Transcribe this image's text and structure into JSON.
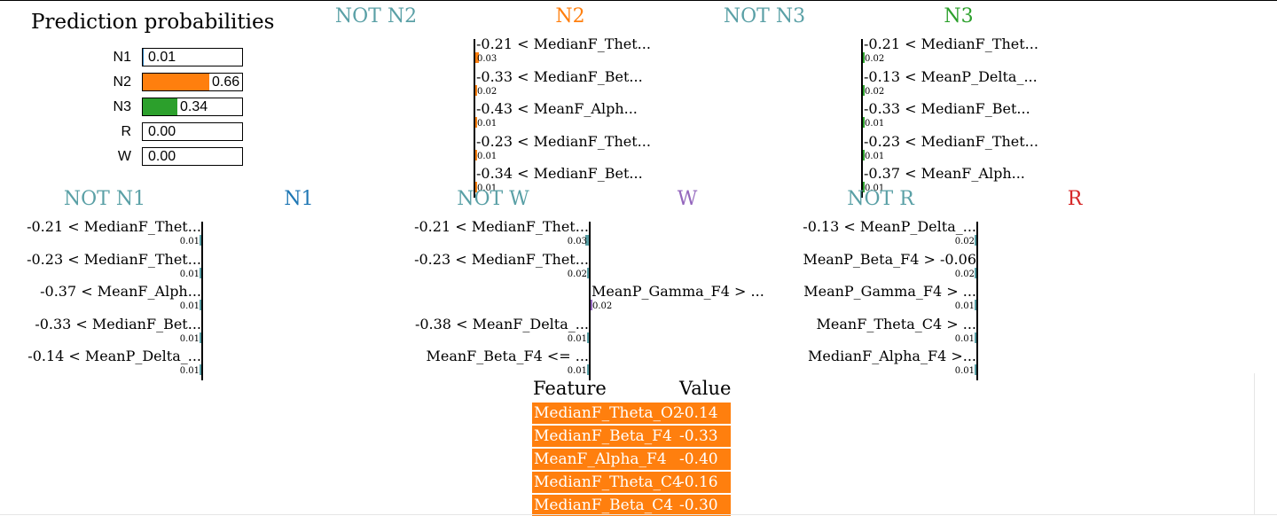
{
  "colors": {
    "N1": "#1f77b4",
    "N2": "#ff7f0e",
    "N3": "#2ca02c",
    "R": "#d62728",
    "W": "#9467bd",
    "not": "#5aa0a6"
  },
  "prediction_title": "Prediction probabilities",
  "probabilities": [
    {
      "cls": "N1",
      "value": 0.01,
      "label": "0.01"
    },
    {
      "cls": "N2",
      "value": 0.66,
      "label": "0.66"
    },
    {
      "cls": "N3",
      "value": 0.34,
      "label": "0.34"
    },
    {
      "cls": "R",
      "value": 0.0,
      "label": "0.00"
    },
    {
      "cls": "W",
      "value": 0.0,
      "label": "0.00"
    }
  ],
  "chart_data": [
    {
      "type": "bar",
      "orientation": "horizontal",
      "left_title": "NOT N2",
      "right_title": "N2",
      "features": [
        {
          "label": "-0.21 < MedianF_Thet...",
          "value": 0.03,
          "value_label": "0.03",
          "side": "right"
        },
        {
          "label": "-0.33 < MedianF_Bet...",
          "value": 0.02,
          "value_label": "0.02",
          "side": "right"
        },
        {
          "label": "-0.43 < MeanF_Alph...",
          "value": 0.01,
          "value_label": "0.01",
          "side": "right"
        },
        {
          "label": "-0.23 < MedianF_Thet...",
          "value": 0.01,
          "value_label": "0.01",
          "side": "right"
        },
        {
          "label": "-0.34 < MedianF_Bet...",
          "value": 0.01,
          "value_label": "0.01",
          "side": "right"
        }
      ]
    },
    {
      "type": "bar",
      "orientation": "horizontal",
      "left_title": "NOT N3",
      "right_title": "N3",
      "features": [
        {
          "label": "-0.21 < MedianF_Thet...",
          "value": 0.02,
          "value_label": "0.02",
          "side": "right"
        },
        {
          "label": "-0.13 < MeanP_Delta_...",
          "value": 0.02,
          "value_label": "0.02",
          "side": "right"
        },
        {
          "label": "-0.33 < MedianF_Bet...",
          "value": 0.01,
          "value_label": "0.01",
          "side": "right"
        },
        {
          "label": "-0.23 < MedianF_Thet...",
          "value": 0.01,
          "value_label": "0.01",
          "side": "right"
        },
        {
          "label": "-0.37 < MeanF_Alph...",
          "value": 0.01,
          "value_label": "0.01",
          "side": "right"
        }
      ]
    },
    {
      "type": "bar",
      "orientation": "horizontal",
      "left_title": "NOT N1",
      "right_title": "N1",
      "features": [
        {
          "label": "-0.21 < MedianF_Thet...",
          "value": 0.01,
          "value_label": "0.01",
          "side": "left"
        },
        {
          "label": "-0.23 < MedianF_Thet...",
          "value": 0.01,
          "value_label": "0.01",
          "side": "left"
        },
        {
          "label": "-0.37 < MeanF_Alph...",
          "value": 0.01,
          "value_label": "0.01",
          "side": "left"
        },
        {
          "label": "-0.33 < MedianF_Bet...",
          "value": 0.01,
          "value_label": "0.01",
          "side": "left"
        },
        {
          "label": "-0.14 < MeanP_Delta_...",
          "value": 0.01,
          "value_label": "0.01",
          "side": "left"
        }
      ]
    },
    {
      "type": "bar",
      "orientation": "horizontal",
      "left_title": "NOT W",
      "right_title": "W",
      "features": [
        {
          "label": "-0.21 < MedianF_Thet...",
          "value": 0.03,
          "value_label": "0.03",
          "side": "left"
        },
        {
          "label": "-0.23 < MedianF_Thet...",
          "value": 0.02,
          "value_label": "0.02",
          "side": "left"
        },
        {
          "label": "MeanP_Gamma_F4 > ...",
          "value": 0.02,
          "value_label": "0.02",
          "side": "right"
        },
        {
          "label": "-0.38 < MeanF_Delta_...",
          "value": 0.01,
          "value_label": "0.01",
          "side": "left"
        },
        {
          "label": "MeanF_Beta_F4 <= ...",
          "value": 0.01,
          "value_label": "0.01",
          "side": "left"
        }
      ]
    },
    {
      "type": "bar",
      "orientation": "horizontal",
      "left_title": "NOT R",
      "right_title": "R",
      "features": [
        {
          "label": "-0.13 < MeanP_Delta_...",
          "value": 0.02,
          "value_label": "0.02",
          "side": "left"
        },
        {
          "label": "MeanP_Beta_F4 > -0.06",
          "value": 0.02,
          "value_label": "0.02",
          "side": "left"
        },
        {
          "label": "MeanP_Gamma_F4 > ...",
          "value": 0.01,
          "value_label": "0.01",
          "side": "left"
        },
        {
          "label": "MeanF_Theta_C4 > ...",
          "value": 0.01,
          "value_label": "0.01",
          "side": "left"
        },
        {
          "label": "MedianF_Alpha_F4 >...",
          "value": 0.01,
          "value_label": "0.01",
          "side": "left"
        }
      ]
    }
  ],
  "feature_table": {
    "headers": [
      "Feature",
      "Value"
    ],
    "rows": [
      {
        "feature": "MedianF_Theta_O2",
        "value": "-0.14"
      },
      {
        "feature": "MedianF_Beta_F4",
        "value": "-0.33"
      },
      {
        "feature": "MeanF_Alpha_F4",
        "value": "-0.40"
      },
      {
        "feature": "MedianF_Theta_C4",
        "value": "-0.16"
      },
      {
        "feature": "MedianF_Beta_C4",
        "value": "-0.30"
      }
    ]
  }
}
